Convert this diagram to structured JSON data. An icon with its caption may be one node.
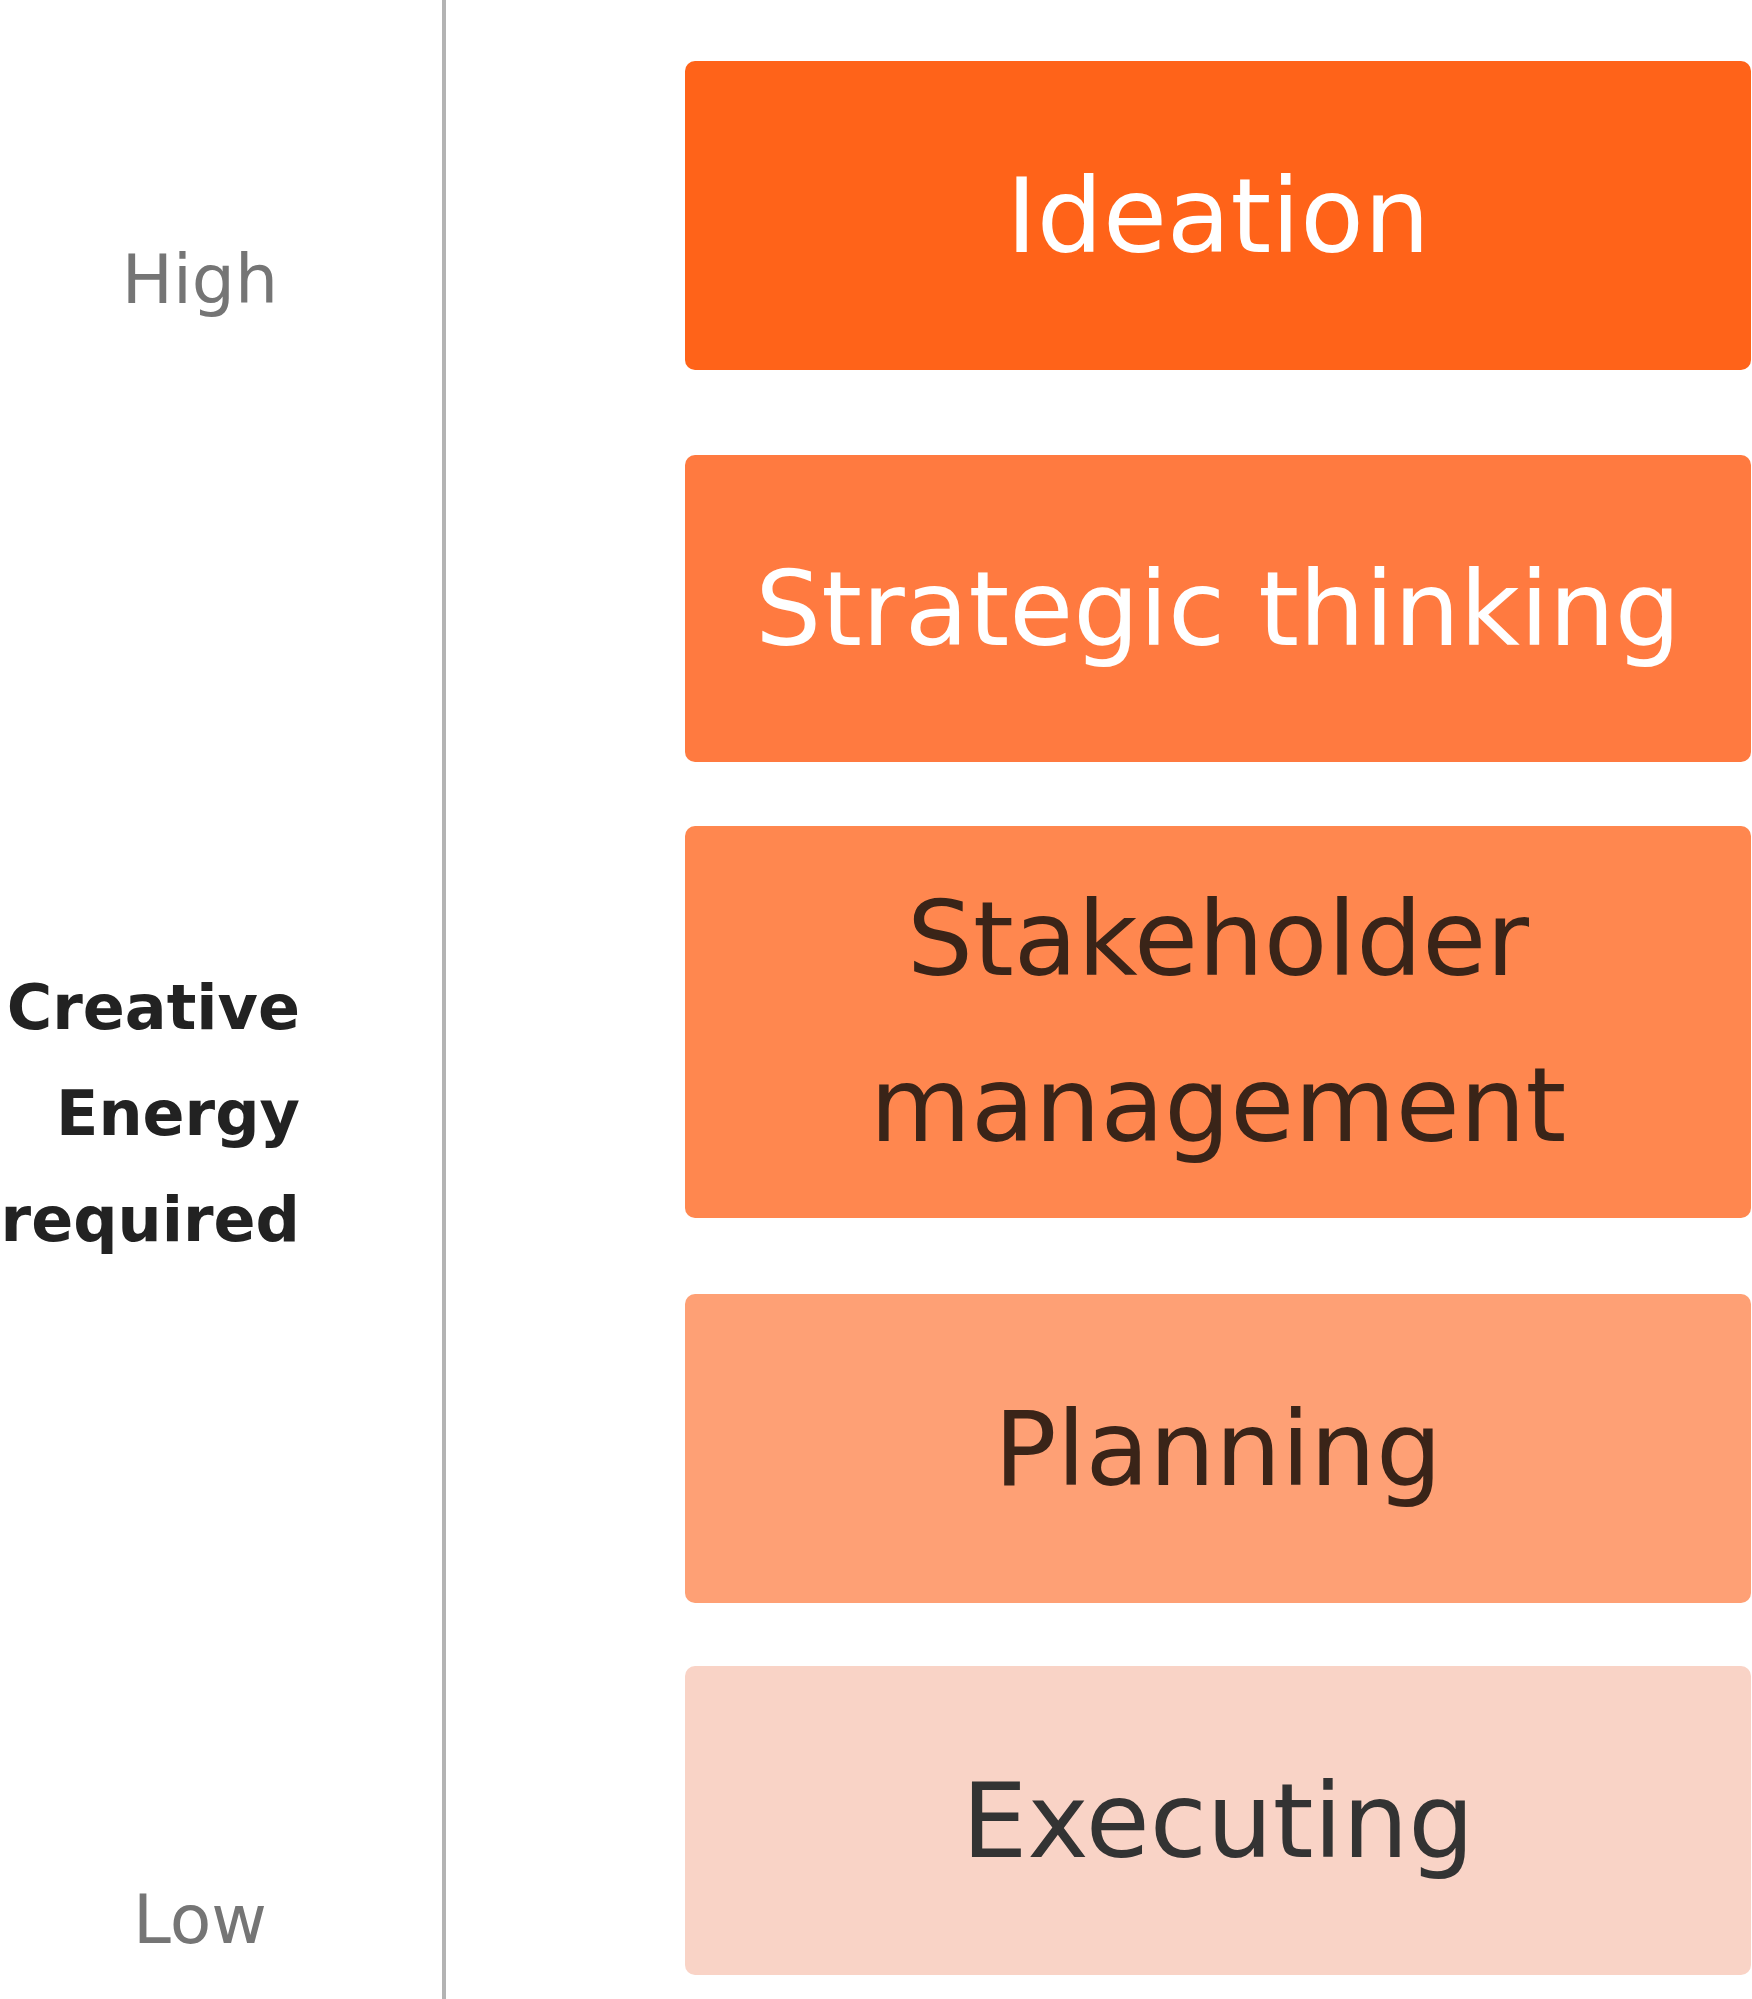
{
  "diagram": {
    "nodes": [
      {
        "text": [
          "Ideation"
        ]
      },
      {
        "text": [
          "Strategic thinking"
        ]
      },
      {
        "text": [
          "Stakeholder management"
        ]
      },
      {
        "text": [
          "Planning"
        ]
      },
      {
        "text": [
          "Executing"
        ]
      }
    ],
    "labels": [
      "High",
      "Creative Energy required",
      "Low"
    ]
  }
}
